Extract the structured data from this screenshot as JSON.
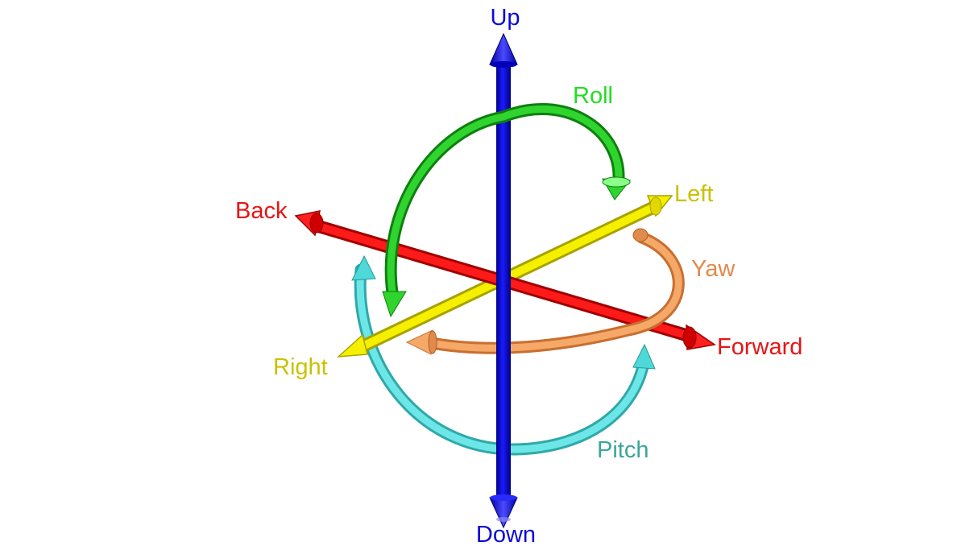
{
  "axes": {
    "up": {
      "label": "Up",
      "color": "#0b0bd8"
    },
    "down": {
      "label": "Down",
      "color": "#0b0bd8"
    },
    "back": {
      "label": "Back",
      "color": "#e81414"
    },
    "forward": {
      "label": "Forward",
      "color": "#e81414"
    },
    "left": {
      "label": "Left",
      "color": "#c9c200"
    },
    "right": {
      "label": "Right",
      "color": "#c9c200"
    }
  },
  "rotations": {
    "roll": {
      "label": "Roll",
      "color": "#22dd22"
    },
    "yaw": {
      "label": "Yaw",
      "color": "#e08a4c"
    },
    "pitch": {
      "label": "Pitch",
      "color": "#3aa59c"
    }
  },
  "colors": {
    "vertical_axis": "#0a10c8",
    "longitudinal_axis": "#e81414",
    "lateral_axis": "#f2f000",
    "roll_arrow": "#26b826",
    "yaw_arrow": "#f0a060",
    "pitch_arrow": "#55dede"
  }
}
